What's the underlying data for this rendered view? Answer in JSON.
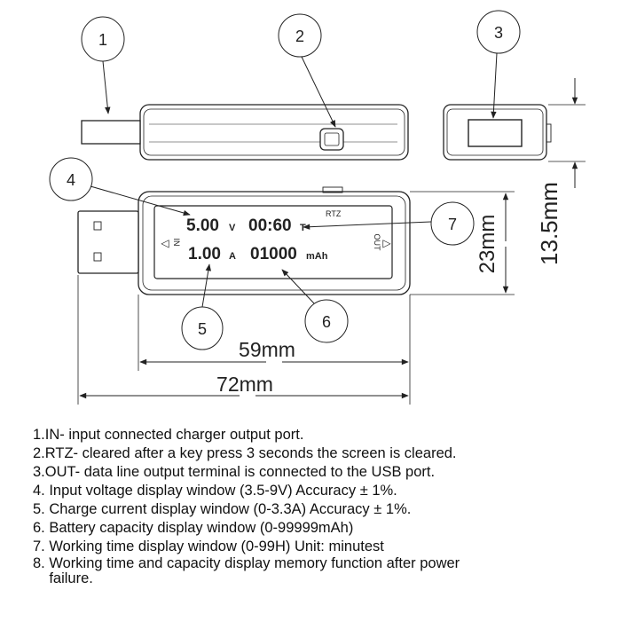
{
  "callouts": [
    "1",
    "2",
    "3",
    "4",
    "5",
    "6",
    "7"
  ],
  "dimensions": {
    "width_inner": "59mm",
    "width_outer": "72mm",
    "height_front": "23mm",
    "thickness": "13.5mm"
  },
  "device": {
    "button_label": "RTZ",
    "in_label": "IN",
    "out_label": "OUT",
    "voltage": "5.00",
    "voltage_unit": "V",
    "time": "00:60",
    "time_unit": "T",
    "current": "1.00",
    "current_unit": "A",
    "capacity": "01000",
    "capacity_unit": "mAh"
  },
  "notes": [
    "1.IN- input connected charger output port.",
    "2.RTZ- cleared after a key press 3 seconds the screen is cleared.",
    "3.OUT- data line output terminal is connected to the USB port.",
    "4. Input voltage display window (3.5-9V) Accuracy ± 1%.",
    "5. Charge current display window (0-3.3A) Accuracy ± 1%.",
    "6. Battery capacity display window (0-99999mAh)",
    "7. Working time display window (0-99H) Unit: minutest",
    "8. Working time and capacity display memory function after power\n    failure."
  ]
}
